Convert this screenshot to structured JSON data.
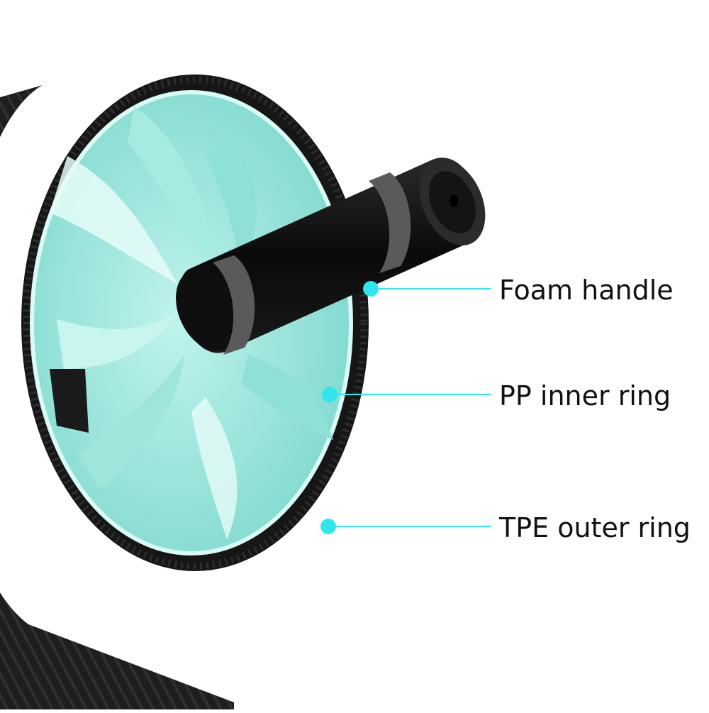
{
  "annotations": [
    {
      "label": "Foam handle"
    },
    {
      "label": "PP inner ring"
    },
    {
      "label": "TPE outer ring"
    }
  ],
  "colors": {
    "marker": "#2ee6ec",
    "tire": "#1c1c1c",
    "inner_ring": "#9ee8e0",
    "foam": "#0d0d0d"
  }
}
